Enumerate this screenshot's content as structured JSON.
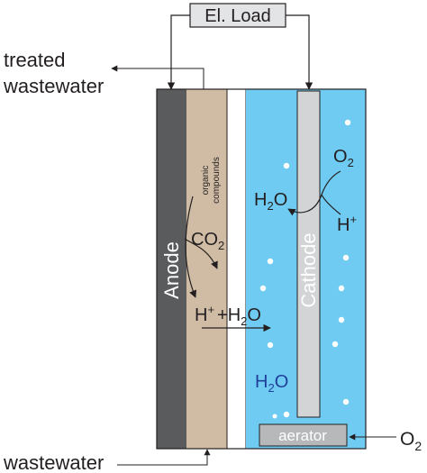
{
  "load_label": "El. Load",
  "outlet_line1": "treated",
  "outlet_line2": "wastewater",
  "inlet_label": "wastewater",
  "anode_label": "Anode",
  "cathode_label": "Cathode",
  "organic_line1": "organic",
  "organic_line2": "compounds",
  "co2_main": "CO",
  "co2_sub": "2",
  "h_main": "H",
  "h_sup": "+",
  "plus_h2o_main": "+H",
  "plus_h2o_sub": "2",
  "plus_h2o_tail": "O",
  "h2o_main": "H",
  "h2o_sub": "2",
  "h2o_tail": "O",
  "o2_main": "O",
  "o2_sub": "2",
  "aerator_label": "aerator",
  "colors": {
    "anode": "#5a5b5d",
    "biofilm": "#c4ab8c",
    "membrane": "#ffffff",
    "catholyte": "#6fcbf1",
    "cathode": "#d3d4d5",
    "water_label": "#1f3f9a"
  }
}
